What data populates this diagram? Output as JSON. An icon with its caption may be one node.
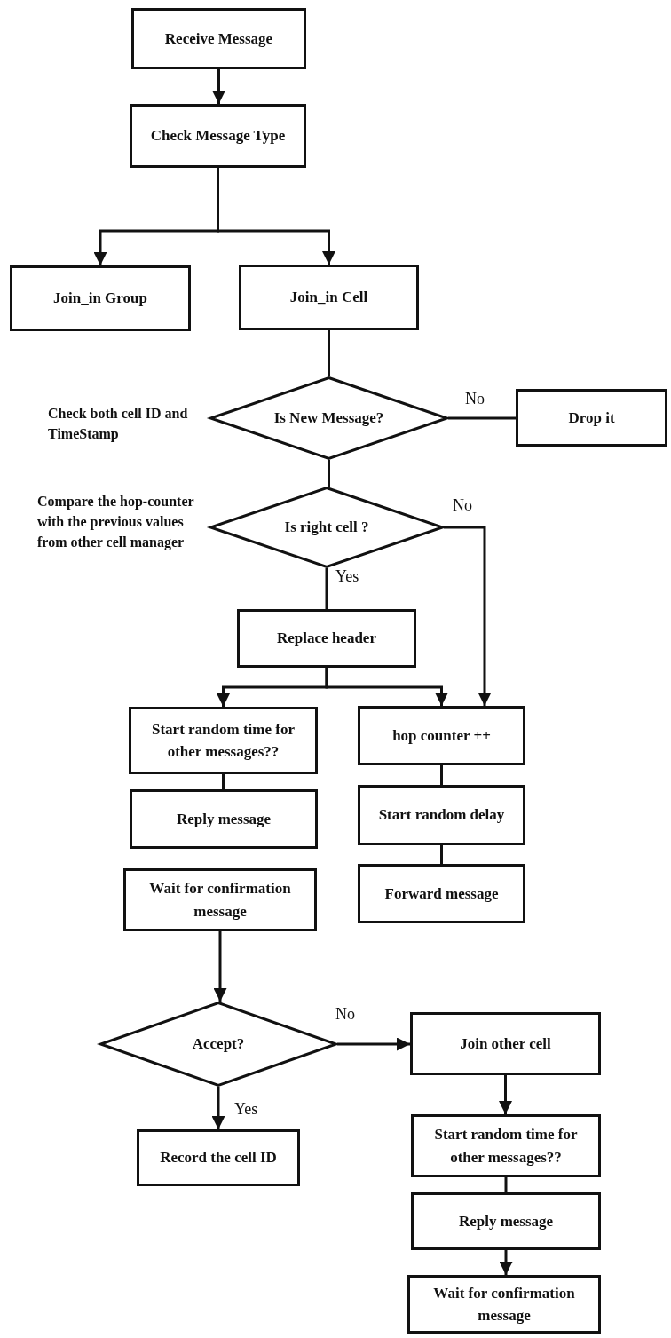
{
  "diagram": {
    "nodes": [
      {
        "text": [
          "Receive Message"
        ]
      },
      {
        "text": [
          "Check Message Type"
        ]
      },
      {
        "text": [
          "Join_in Group"
        ]
      },
      {
        "text": [
          "Join_in Cell"
        ]
      },
      {
        "text": [
          "Is New Message?"
        ],
        "beside": [
          "Check both cell ID and TimeStamp"
        ]
      },
      {
        "text": [
          "Drop it"
        ]
      },
      {
        "text": [
          "Is right cell ?"
        ],
        "beside": [
          "Compare the hop-counter with the previous values from other cell manager"
        ]
      },
      {
        "text": [
          "Replace header"
        ]
      },
      {
        "text": [
          "Start random time for other messages??"
        ]
      },
      {
        "text": [
          "hop counter ++"
        ]
      },
      {
        "text": [
          "Reply message"
        ]
      },
      {
        "text": [
          "Start random delay"
        ]
      },
      {
        "text": [
          "Wait for confirmation message"
        ]
      },
      {
        "text": [
          "Forward message"
        ]
      },
      {
        "text": [
          "Accept?"
        ]
      },
      {
        "text": [
          "Join other cell"
        ]
      },
      {
        "text": [
          "Record the cell ID"
        ]
      },
      {
        "text": [
          "Start random time for other messages??"
        ]
      },
      {
        "text": [
          "Reply message"
        ]
      },
      {
        "text": [
          "Wait for confirmation message"
        ]
      }
    ],
    "edges": [
      {
        "from": 0,
        "to": 1,
        "arrow": "to"
      },
      {
        "from": 1,
        "to": 2,
        "arrow": "to"
      },
      {
        "from": 1,
        "to": 3,
        "arrow": "to"
      },
      {
        "from": 3,
        "to": 4,
        "arrow": "none"
      },
      {
        "from": 4,
        "to": 5,
        "arrow": "none",
        "label": "No"
      },
      {
        "from": 4,
        "to": 6,
        "arrow": "none"
      },
      {
        "from": 6,
        "to": 7,
        "arrow": "none",
        "label": "Yes"
      },
      {
        "from": 6,
        "to": 9,
        "arrow": "to",
        "label": "No"
      },
      {
        "from": 7,
        "to": 8,
        "arrow": "to"
      },
      {
        "from": 7,
        "to": 9,
        "arrow": "to"
      },
      {
        "from": 8,
        "to": 10,
        "arrow": "none"
      },
      {
        "from": 9,
        "to": 11,
        "arrow": "none"
      },
      {
        "from": 11,
        "to": 13,
        "arrow": "none"
      },
      {
        "from": 12,
        "to": 14,
        "arrow": "to"
      },
      {
        "from": 14,
        "to": 15,
        "arrow": "to",
        "label": "No"
      },
      {
        "from": 14,
        "to": 16,
        "arrow": "to",
        "label": "Yes"
      },
      {
        "from": 15,
        "to": 17,
        "arrow": "to"
      },
      {
        "from": 17,
        "to": 18,
        "arrow": "none"
      },
      {
        "from": 18,
        "to": 19,
        "arrow": "to"
      }
    ]
  }
}
